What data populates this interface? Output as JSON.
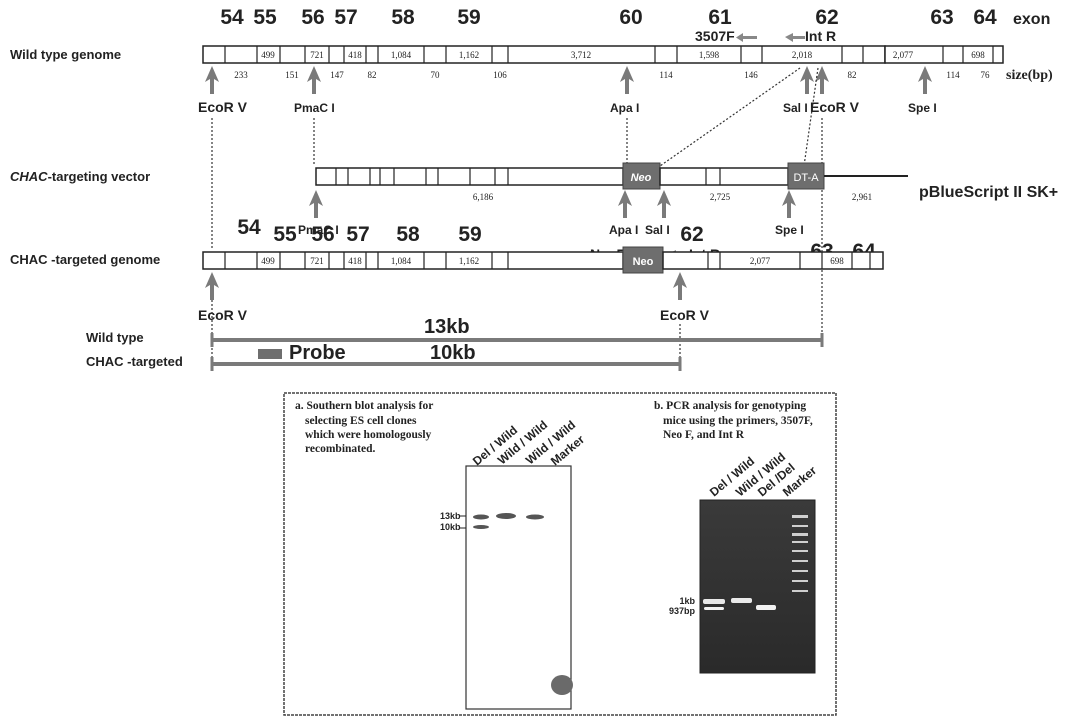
{
  "exons_top": {
    "labels": [
      "54",
      "55",
      "56",
      "57",
      "58",
      "59",
      "60",
      "61",
      "62",
      "63",
      "64"
    ],
    "exon_word": "exon"
  },
  "rows": {
    "wild_type_genome": "Wild type genome",
    "targeting_vector_italic": "CHAC",
    "targeting_vector_rest": "-targeting vector",
    "targeted_genome": "CHAC -targeted genome",
    "wild_type": "Wild type",
    "chac_targeted": "CHAC -targeted"
  },
  "wild_genome": {
    "inside": [
      "499",
      "721",
      "418",
      "1,084",
      "1,162",
      "3,712",
      "1,598",
      "2,018",
      "2,077",
      "698"
    ],
    "below": [
      "233",
      "151",
      "147",
      "82",
      "70",
      "106",
      "114",
      "146",
      "82",
      "114",
      "76"
    ],
    "size_unit": "size(bp)"
  },
  "primers": {
    "p3507F": "3507F",
    "intR": "Int R",
    "neoF": "NeoF"
  },
  "sites": {
    "ecorv": "EcoR V",
    "pmaci": "PmaC I",
    "apai": "Apa I",
    "sali": "Sal I",
    "spei": "Spe I"
  },
  "vector": {
    "neo": "Neo",
    "dta": "DT-A",
    "len1": "6,186",
    "len2": "2,725",
    "len3": "2,961",
    "backbone": "pBlueScript II SK+"
  },
  "exons_mid": {
    "labels": [
      "54",
      "55",
      "56",
      "57",
      "58",
      "59",
      "62",
      "63",
      "64"
    ]
  },
  "targeted": {
    "inside": [
      "499",
      "721",
      "418",
      "1,084",
      "1,162",
      "2,077",
      "698"
    ],
    "neo": "Neo"
  },
  "fragments": {
    "wild": "13kb",
    "targeted": "10kb",
    "probe": "Probe"
  },
  "panel_a": {
    "title": [
      "a. Southern blot analysis for",
      "selecting ES cell clones",
      "which were homologously",
      "recombinated."
    ],
    "lanes": [
      "Del / Wild",
      "Wild / Wild",
      "Wild / Wild",
      "Marker"
    ],
    "marks": [
      "13kb",
      "10kb"
    ]
  },
  "panel_b": {
    "title": [
      "b. PCR analysis for genotyping",
      "mice using the  primers,  3507F,",
      "Neo F, and Int R"
    ],
    "lanes": [
      "Del / Wild",
      "Wild / Wild",
      "Del /Del",
      "Marker"
    ],
    "marks": [
      "1kb",
      "937bp"
    ]
  },
  "colors": {
    "ink": "#1a1a1a",
    "arrow_gray": "#7a7a7a",
    "box_gray": "#6e6e6e",
    "gel_dark": "#333333"
  }
}
